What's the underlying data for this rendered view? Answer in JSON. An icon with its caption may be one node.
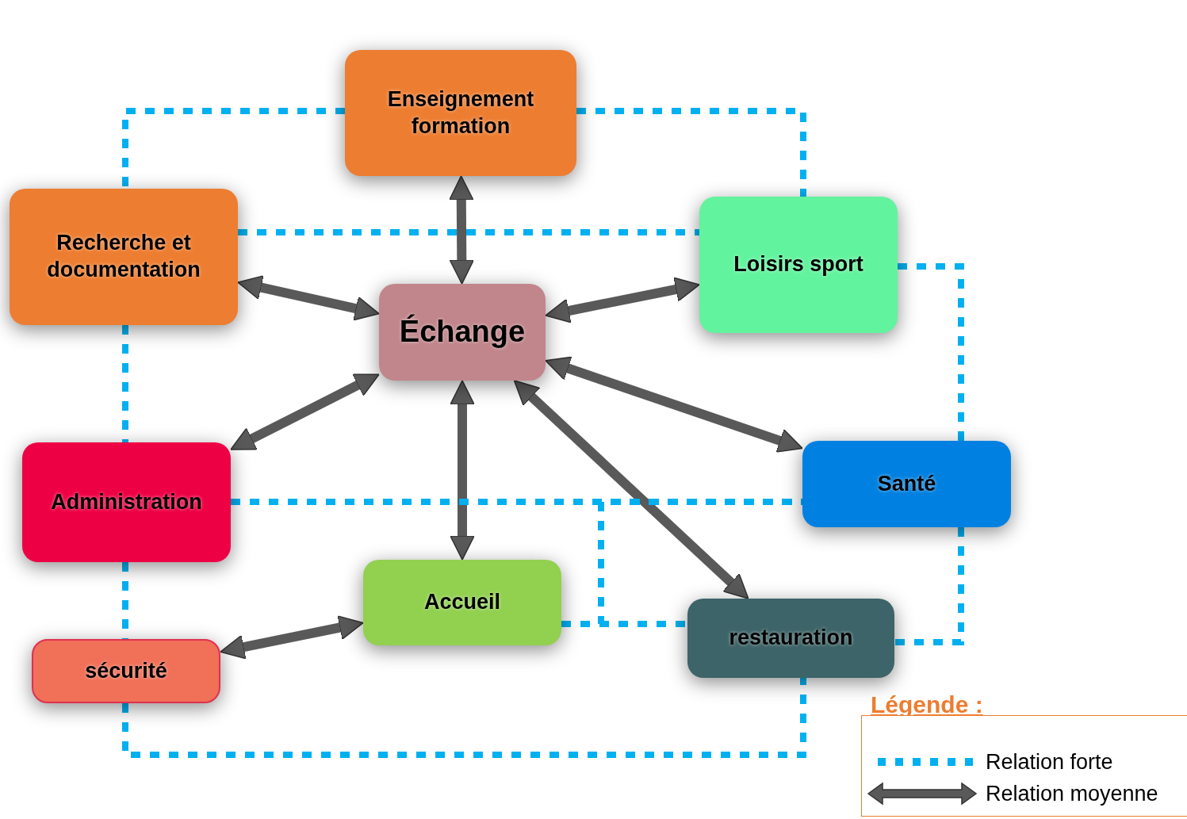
{
  "diagram": {
    "nodes": [
      {
        "text": [
          "Enseignement formation"
        ]
      },
      {
        "text": [
          "Recherche et documentation"
        ]
      },
      {
        "text": [
          "Loisirs sport"
        ]
      },
      {
        "text": [
          "Échange"
        ]
      },
      {
        "text": [
          "Administration"
        ]
      },
      {
        "text": [
          "Santé"
        ]
      },
      {
        "text": [
          "Accueil"
        ]
      },
      {
        "text": [
          "sécurité"
        ]
      },
      {
        "text": [
          "restauration"
        ]
      }
    ],
    "edges": [
      {
        "from": 3,
        "to": 0,
        "arrow": "both",
        "color": "#595959"
      },
      {
        "from": 3,
        "to": 1,
        "arrow": "both",
        "color": "#595959"
      },
      {
        "from": 3,
        "to": 2,
        "arrow": "both",
        "color": "#595959"
      },
      {
        "from": 3,
        "to": 4,
        "arrow": "both",
        "color": "#595959"
      },
      {
        "from": 3,
        "to": 5,
        "arrow": "both",
        "color": "#595959"
      },
      {
        "from": 3,
        "to": 6,
        "arrow": "both",
        "color": "#595959"
      },
      {
        "from": 3,
        "to": 8,
        "arrow": "both",
        "color": "#595959"
      },
      {
        "from": 7,
        "to": 6,
        "arrow": "both",
        "color": "#595959"
      },
      {
        "from": 0,
        "to": 1,
        "arrow": "none",
        "style": "dashed"
      },
      {
        "from": 0,
        "to": 2,
        "arrow": "none",
        "style": "dashed"
      },
      {
        "from": 1,
        "to": 2,
        "arrow": "none",
        "style": "dashed"
      },
      {
        "from": 2,
        "to": 5,
        "arrow": "none",
        "style": "dashed"
      },
      {
        "from": 1,
        "to": 4,
        "arrow": "none",
        "style": "dashed"
      },
      {
        "from": 4,
        "to": 5,
        "arrow": "none",
        "style": "dashed"
      },
      {
        "from": 6,
        "to": 8,
        "arrow": "none",
        "style": "dashed"
      },
      {
        "from": 6,
        "to": 5,
        "arrow": "none",
        "style": "dashed"
      },
      {
        "from": 5,
        "to": 8,
        "arrow": "none",
        "style": "dashed"
      },
      {
        "from": 4,
        "to": 7,
        "arrow": "none",
        "style": "dashed"
      },
      {
        "from": 7,
        "to": 8,
        "arrow": "none",
        "style": "dashed"
      }
    ],
    "labels": [
      "Légende :"
    ],
    "legend": [
      {
        "text": "Relation forte"
      },
      {
        "text": "Relation moyenne"
      }
    ]
  }
}
